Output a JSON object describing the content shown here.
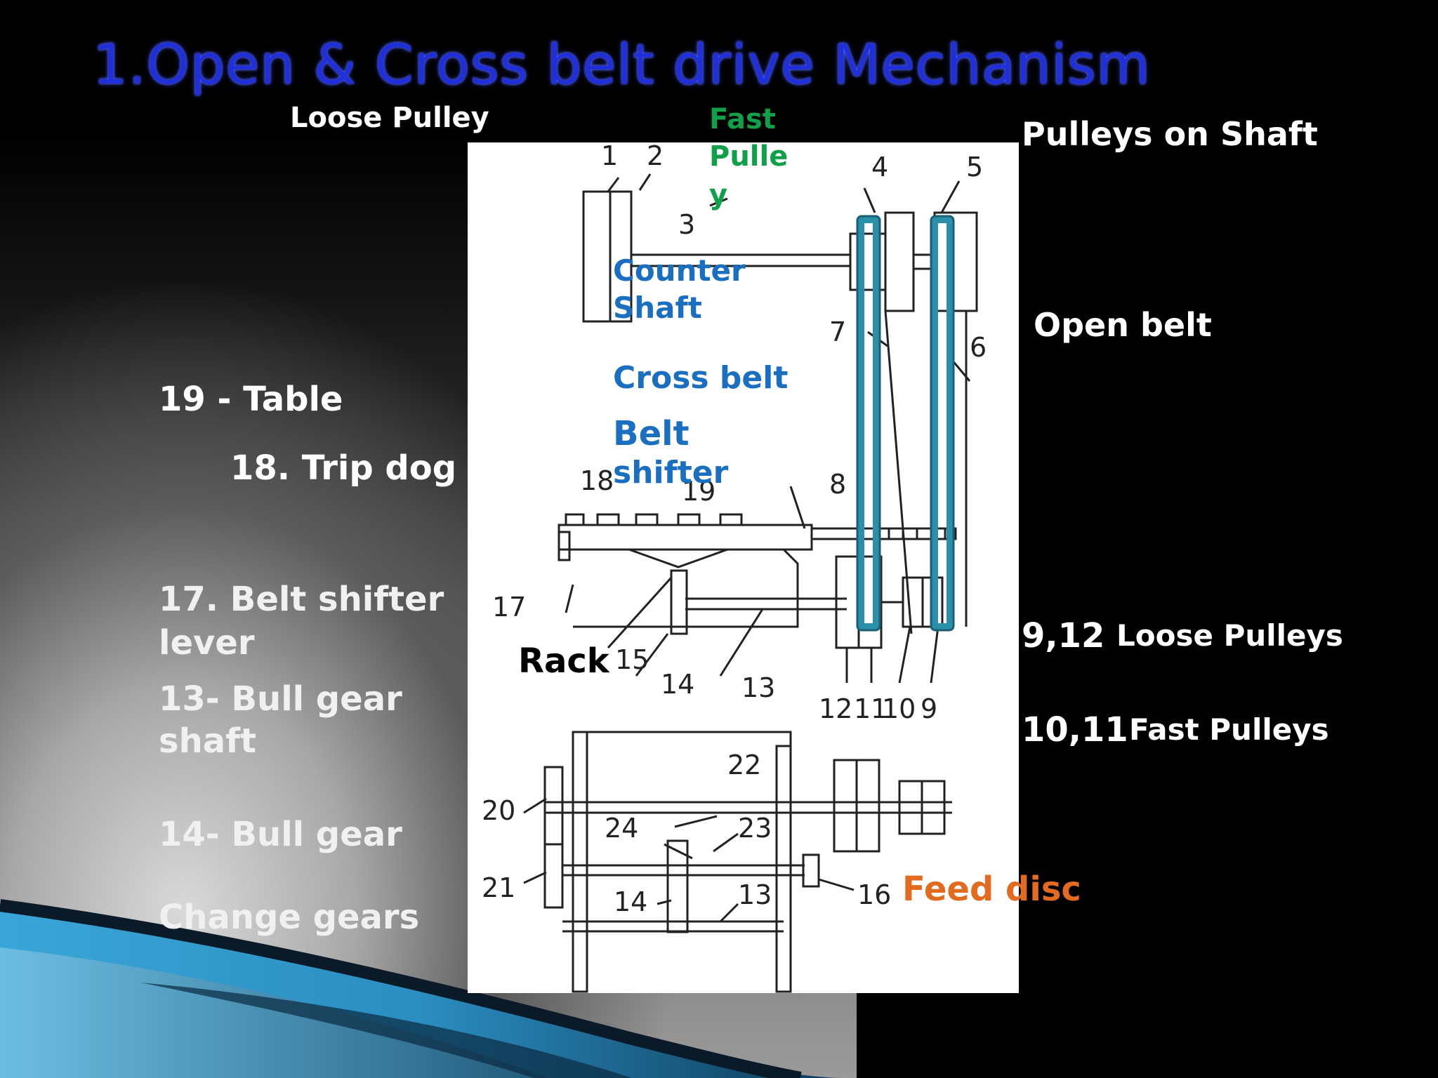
{
  "title": "1.Open & Cross belt drive Mechanism",
  "labels": {
    "loose_pulley_top": "Loose Pulley",
    "fast_pulley_line1": "Fast",
    "fast_pulley_line2": "Pulle",
    "fast_pulley_line3": "y",
    "pulleys_on_shaft": "Pulleys on Shaft",
    "counter_shaft_line1": "Counter",
    "counter_shaft_line2": "Shaft",
    "open_belt": "Open belt",
    "cross_belt": "Cross  belt",
    "belt_shifter_line1": "Belt",
    "belt_shifter_line2": "shifter",
    "table": "19 -  Table",
    "trip_dog": "18. Trip dog",
    "belt_shifter_lever_line1": "17. Belt shifter",
    "belt_shifter_lever_line2": "lever",
    "bull_gear_shaft_line1": "13- Bull gear",
    "bull_gear_shaft_line2": "shaft",
    "bull_gear": "14- Bull gear",
    "change_gears": "Change gears",
    "rack": "Rack",
    "loose_pulleys_num": "9,12",
    "loose_pulleys": "Loose Pulleys",
    "fast_pulleys_num": "10,11",
    "fast_pulleys": "Fast Pulleys",
    "feed_disc": "Feed disc"
  },
  "diagram_numbers": {
    "n1": "1",
    "n2": "2",
    "n3": "3",
    "n4": "4",
    "n5": "5",
    "n6": "6",
    "n7": "7",
    "n8": "8",
    "n9": "9",
    "n10": "10",
    "n11": "11",
    "n12": "12",
    "n13": "13",
    "n14": "14",
    "n15": "15",
    "n16": "16",
    "n17": "17",
    "n18": "18",
    "n19": "19",
    "n20": "20",
    "n21": "21",
    "n22": "22",
    "n23": "23",
    "n24": "24",
    "n13b": "13",
    "n14b": "14"
  },
  "colors": {
    "title": "#1f2fd9",
    "blue_label": "#1a6fc0",
    "green_label": "#10a04a",
    "orange_label": "#e36b1f",
    "belt_highlight": "#2a8fa8"
  }
}
